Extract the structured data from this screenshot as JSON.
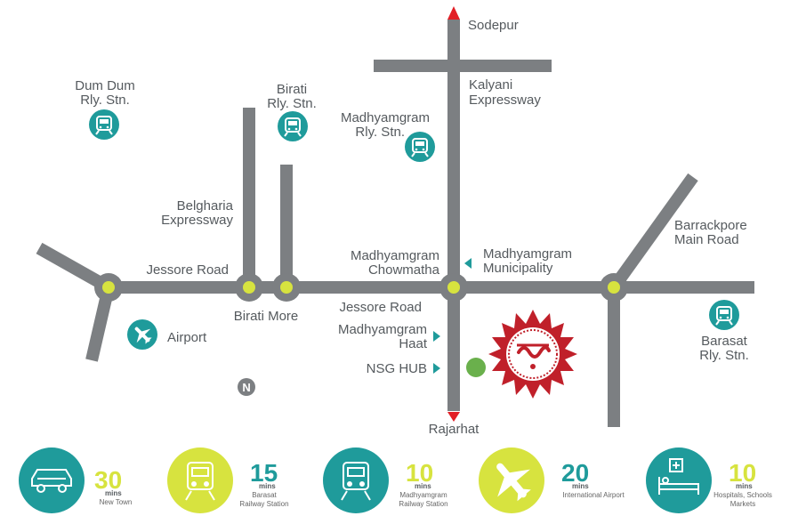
{
  "colors": {
    "road": "#7c7f82",
    "node_outer": "#7c7f82",
    "node_inner": "#d7e33f",
    "teal": "#1f9b9b",
    "lime": "#d7e33f",
    "arrow_red": "#e21f26",
    "label_gray": "#555a5e",
    "green_dot": "#6ab04c",
    "logo_red": "#c0202a"
  },
  "places": {
    "sodepur": "Sodepur",
    "kalyani_1": "Kalyani",
    "kalyani_2": "Expressway",
    "dumdum_1": "Dum Dum",
    "dumdum_2": "Rly. Stn.",
    "birati_stn_1": "Birati",
    "birati_stn_2": "Rly. Stn.",
    "madhyamgram_stn_1": "Madhyamgram",
    "madhyamgram_stn_2": "Rly. Stn.",
    "belgharia_1": "Belgharia",
    "belgharia_2": "Expressway",
    "barrackpore_1": "Barrackpore",
    "barrackpore_2": "Main Road",
    "jessore_left": "Jessore Road",
    "jessore_right": "Jessore Road",
    "chowmatha_1": "Madhyamgram",
    "chowmatha_2": "Chowmatha",
    "municipality_1": "Madhyamgram",
    "municipality_2": "Municipality",
    "birati_more": "Birati More",
    "airport": "Airport",
    "haat_1": "Madhyamgram",
    "haat_2": "Haat",
    "nsg_hub": "NSG HUB",
    "rajarhat": "Rajarhat",
    "barasat_stn_1": "Barasat",
    "barasat_stn_2": "Rly. Stn.",
    "north": "N"
  },
  "icons": {
    "train": "train-icon",
    "plane": "plane-icon",
    "car": "car-icon",
    "hospital": "hospital-bed-icon",
    "north": "north-compass-icon",
    "logo": "project-sun-logo-icon"
  },
  "distances": [
    {
      "value": "30",
      "unit": "mins",
      "dest_1": "New Town",
      "dest_2": "",
      "icon": "car-icon",
      "circle": "#1f9b9b",
      "num_color": "#d7e33f"
    },
    {
      "value": "15",
      "unit": "mins",
      "dest_1": "Barasat",
      "dest_2": "Railway Station",
      "icon": "train-icon",
      "circle": "#d7e33f",
      "num_color": "#1f9b9b"
    },
    {
      "value": "10",
      "unit": "mins",
      "dest_1": "Madhyamgram",
      "dest_2": "Railway Station",
      "icon": "train-icon",
      "circle": "#1f9b9b",
      "num_color": "#d7e33f"
    },
    {
      "value": "20",
      "unit": "mins",
      "dest_1": "International Airport",
      "dest_2": "",
      "icon": "plane-icon",
      "circle": "#d7e33f",
      "num_color": "#1f9b9b"
    },
    {
      "value": "10",
      "unit": "mins",
      "dest_1": "Hospitals, Schools",
      "dest_2": "Markets",
      "icon": "hospital-bed-icon",
      "circle": "#1f9b9b",
      "num_color": "#d7e33f"
    }
  ]
}
